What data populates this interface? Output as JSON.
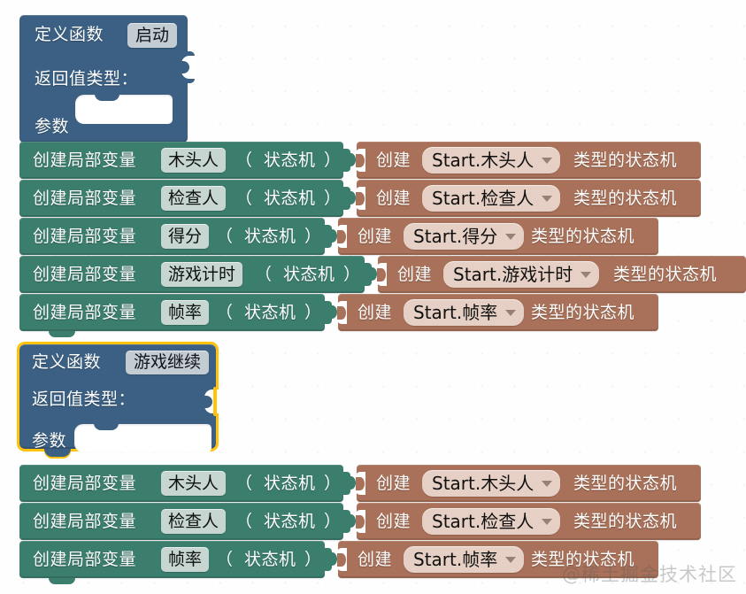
{
  "workspace": {
    "background": "#fefeff",
    "watermark": "@稀土掘金技术社区"
  },
  "colors": {
    "define_block": "#3b6083",
    "statement_block": "#3c7e6e",
    "value_block": "#a97159",
    "selection_highlight": "#ffc30b",
    "field_pill": "#c3ccd3",
    "variable_pill": "#c8d6d1",
    "dropdown_pill": "#e6d0c5"
  },
  "scripts": [
    {
      "id": "script-1",
      "definition": {
        "label": "定义函数",
        "name": "启动",
        "return_type_label": "返回值类型：",
        "params_label": "参数",
        "selected": false
      },
      "rows": [
        {
          "statement": {
            "label": "创建局部变量",
            "variable": "木头人",
            "type_open": "（",
            "type": "状态机",
            "type_close": "）"
          },
          "value": {
            "label": "创建",
            "dropdown": "Start.木头人",
            "suffix": "类型的状态机"
          }
        },
        {
          "statement": {
            "label": "创建局部变量",
            "variable": "检查人",
            "type_open": "（",
            "type": "状态机",
            "type_close": "）"
          },
          "value": {
            "label": "创建",
            "dropdown": "Start.检查人",
            "suffix": "类型的状态机"
          }
        },
        {
          "statement": {
            "label": "创建局部变量",
            "variable": "得分",
            "type_open": "（",
            "type": "状态机",
            "type_close": "）"
          },
          "value": {
            "label": "创建",
            "dropdown": "Start.得分",
            "suffix": "类型的状态机"
          }
        },
        {
          "statement": {
            "label": "创建局部变量",
            "variable": "游戏计时",
            "type_open": "（",
            "type": "状态机",
            "type_close": "）"
          },
          "value": {
            "label": "创建",
            "dropdown": "Start.游戏计时",
            "suffix": "类型的状态机"
          }
        },
        {
          "statement": {
            "label": "创建局部变量",
            "variable": "帧率",
            "type_open": "（",
            "type": "状态机",
            "type_close": "）"
          },
          "value": {
            "label": "创建",
            "dropdown": "Start.帧率",
            "suffix": "类型的状态机"
          }
        }
      ]
    },
    {
      "id": "script-2",
      "definition": {
        "label": "定义函数",
        "name": "游戏继续",
        "return_type_label": "返回值类型：",
        "params_label": "参数",
        "selected": true
      },
      "rows": [
        {
          "statement": {
            "label": "创建局部变量",
            "variable": "木头人",
            "type_open": "（",
            "type": "状态机",
            "type_close": "）"
          },
          "value": {
            "label": "创建",
            "dropdown": "Start.木头人",
            "suffix": "类型的状态机"
          }
        },
        {
          "statement": {
            "label": "创建局部变量",
            "variable": "检查人",
            "type_open": "（",
            "type": "状态机",
            "type_close": "）"
          },
          "value": {
            "label": "创建",
            "dropdown": "Start.检查人",
            "suffix": "类型的状态机"
          }
        },
        {
          "statement": {
            "label": "创建局部变量",
            "variable": "帧率",
            "type_open": "（",
            "type": "状态机",
            "type_close": "）"
          },
          "value": {
            "label": "创建",
            "dropdown": "Start.帧率",
            "suffix": "类型的状态机"
          }
        }
      ]
    }
  ]
}
